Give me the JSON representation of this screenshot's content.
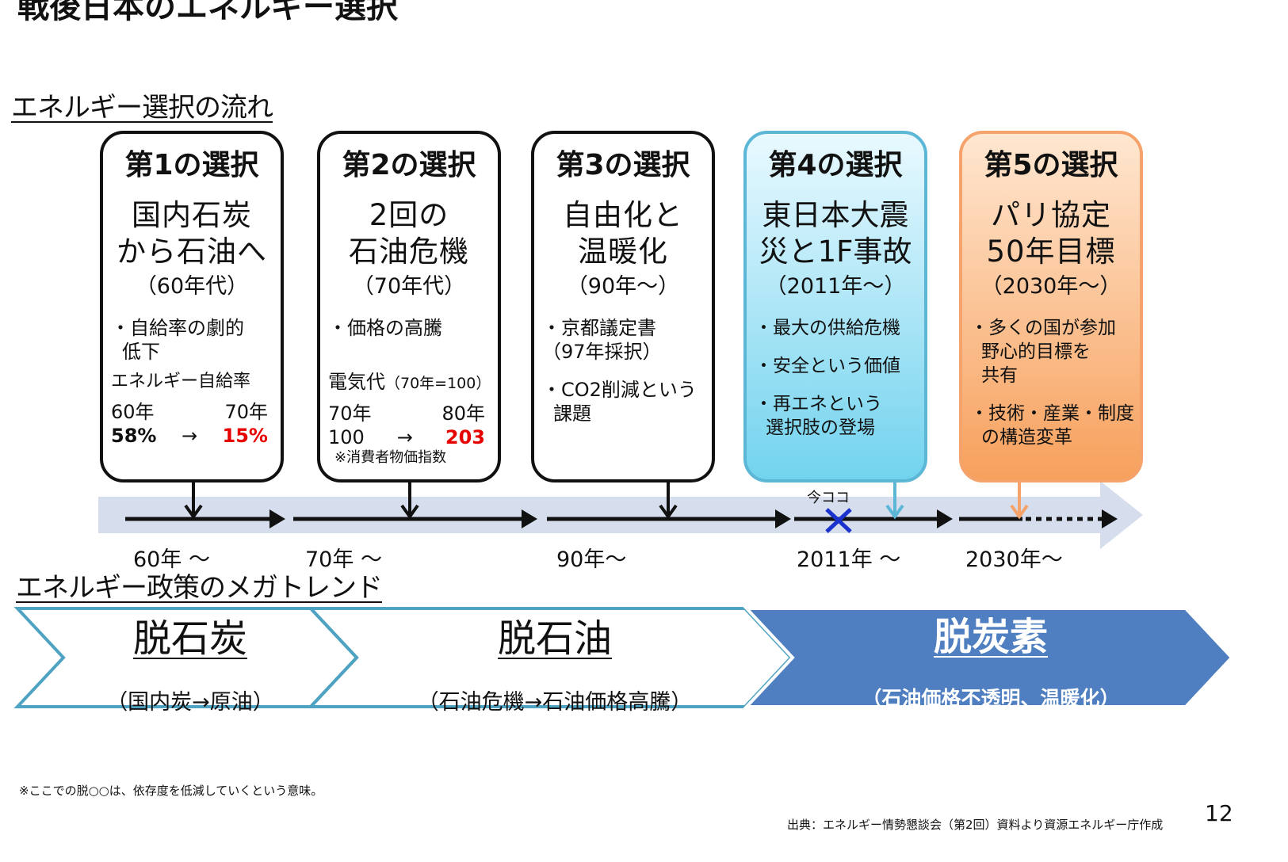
{
  "title": "戦後日本のエネルギー選択",
  "section_flow": "エネルギー選択の流れ",
  "section_trend": "エネルギー政策のメガトレンド",
  "cards": [
    {
      "head": "第1の選択",
      "main1": "国内石炭",
      "main2": "から石油へ",
      "era": "（60年代）",
      "b1": "・自給率の劇的",
      "b2": "低下",
      "b3": "エネルギー自給率",
      "y1": "60年",
      "y2": "70年",
      "v1": "58%",
      "arrow": "→",
      "v2": "15%"
    },
    {
      "head": "第2の選択",
      "main1": "2回の",
      "main2": "石油危機",
      "era": "（70年代）",
      "b1": "・価格の高騰",
      "b3": "電気代",
      "b3s": "（70年=100）",
      "y1": "70年",
      "y2": "80年",
      "v1": "100",
      "arrow": "→",
      "v2": "203",
      "note": "※消費者物価指数"
    },
    {
      "head": "第3の選択",
      "main1": "自由化と",
      "main2": "温暖化",
      "era": "（90年～）",
      "b1": "・京都議定書",
      "b2": "（97年採択）",
      "b3": "・CO2削減という",
      "b4": "課題"
    },
    {
      "head": "第4の選択",
      "main1": "東日本大震",
      "main2": "災と1F事故",
      "era": "（2011年～）",
      "b1": "・最大の供給危機",
      "b2": "・安全という価値",
      "b3": "・再エネという",
      "b4": "選択肢の登場"
    },
    {
      "head": "第5の選択",
      "main1": "パリ協定",
      "main2": "50年目標",
      "era": "（2030年～）",
      "b1": "・多くの国が参加",
      "b2": "野心的目標を",
      "b3": "共有",
      "b4": "・技術・産業・制度",
      "b5": "の構造変革"
    }
  ],
  "timeline": {
    "now_label": "今ココ",
    "eras": [
      "60年 ～",
      "70年 ～",
      "90年～",
      "2011年 ～",
      "2030年～"
    ]
  },
  "trends": [
    {
      "big": "脱石炭",
      "sub": "（国内炭→原油）"
    },
    {
      "big": "脱石油",
      "sub": "（石油危機→石油価格高騰）"
    },
    {
      "big": "脱炭素",
      "sub": "（石油価格不透明、温暖化）"
    }
  ],
  "footnote": "※ここでの脱○○は、依存度を低減していくという意味。",
  "source": "出典：エネルギー情勢懇談会（第2回）資料より資源エネルギー庁作成",
  "page_number": "12",
  "colors": {
    "blue_card_border": "#5cb7d6",
    "orange_card_border": "#f5a36b",
    "timeline_band": "#d6deee",
    "trend_outline": "#4fa3c2",
    "trend_fill": "#4f7fc0",
    "highlight_red": "#e60000",
    "now_marker": "#1a33cc"
  }
}
